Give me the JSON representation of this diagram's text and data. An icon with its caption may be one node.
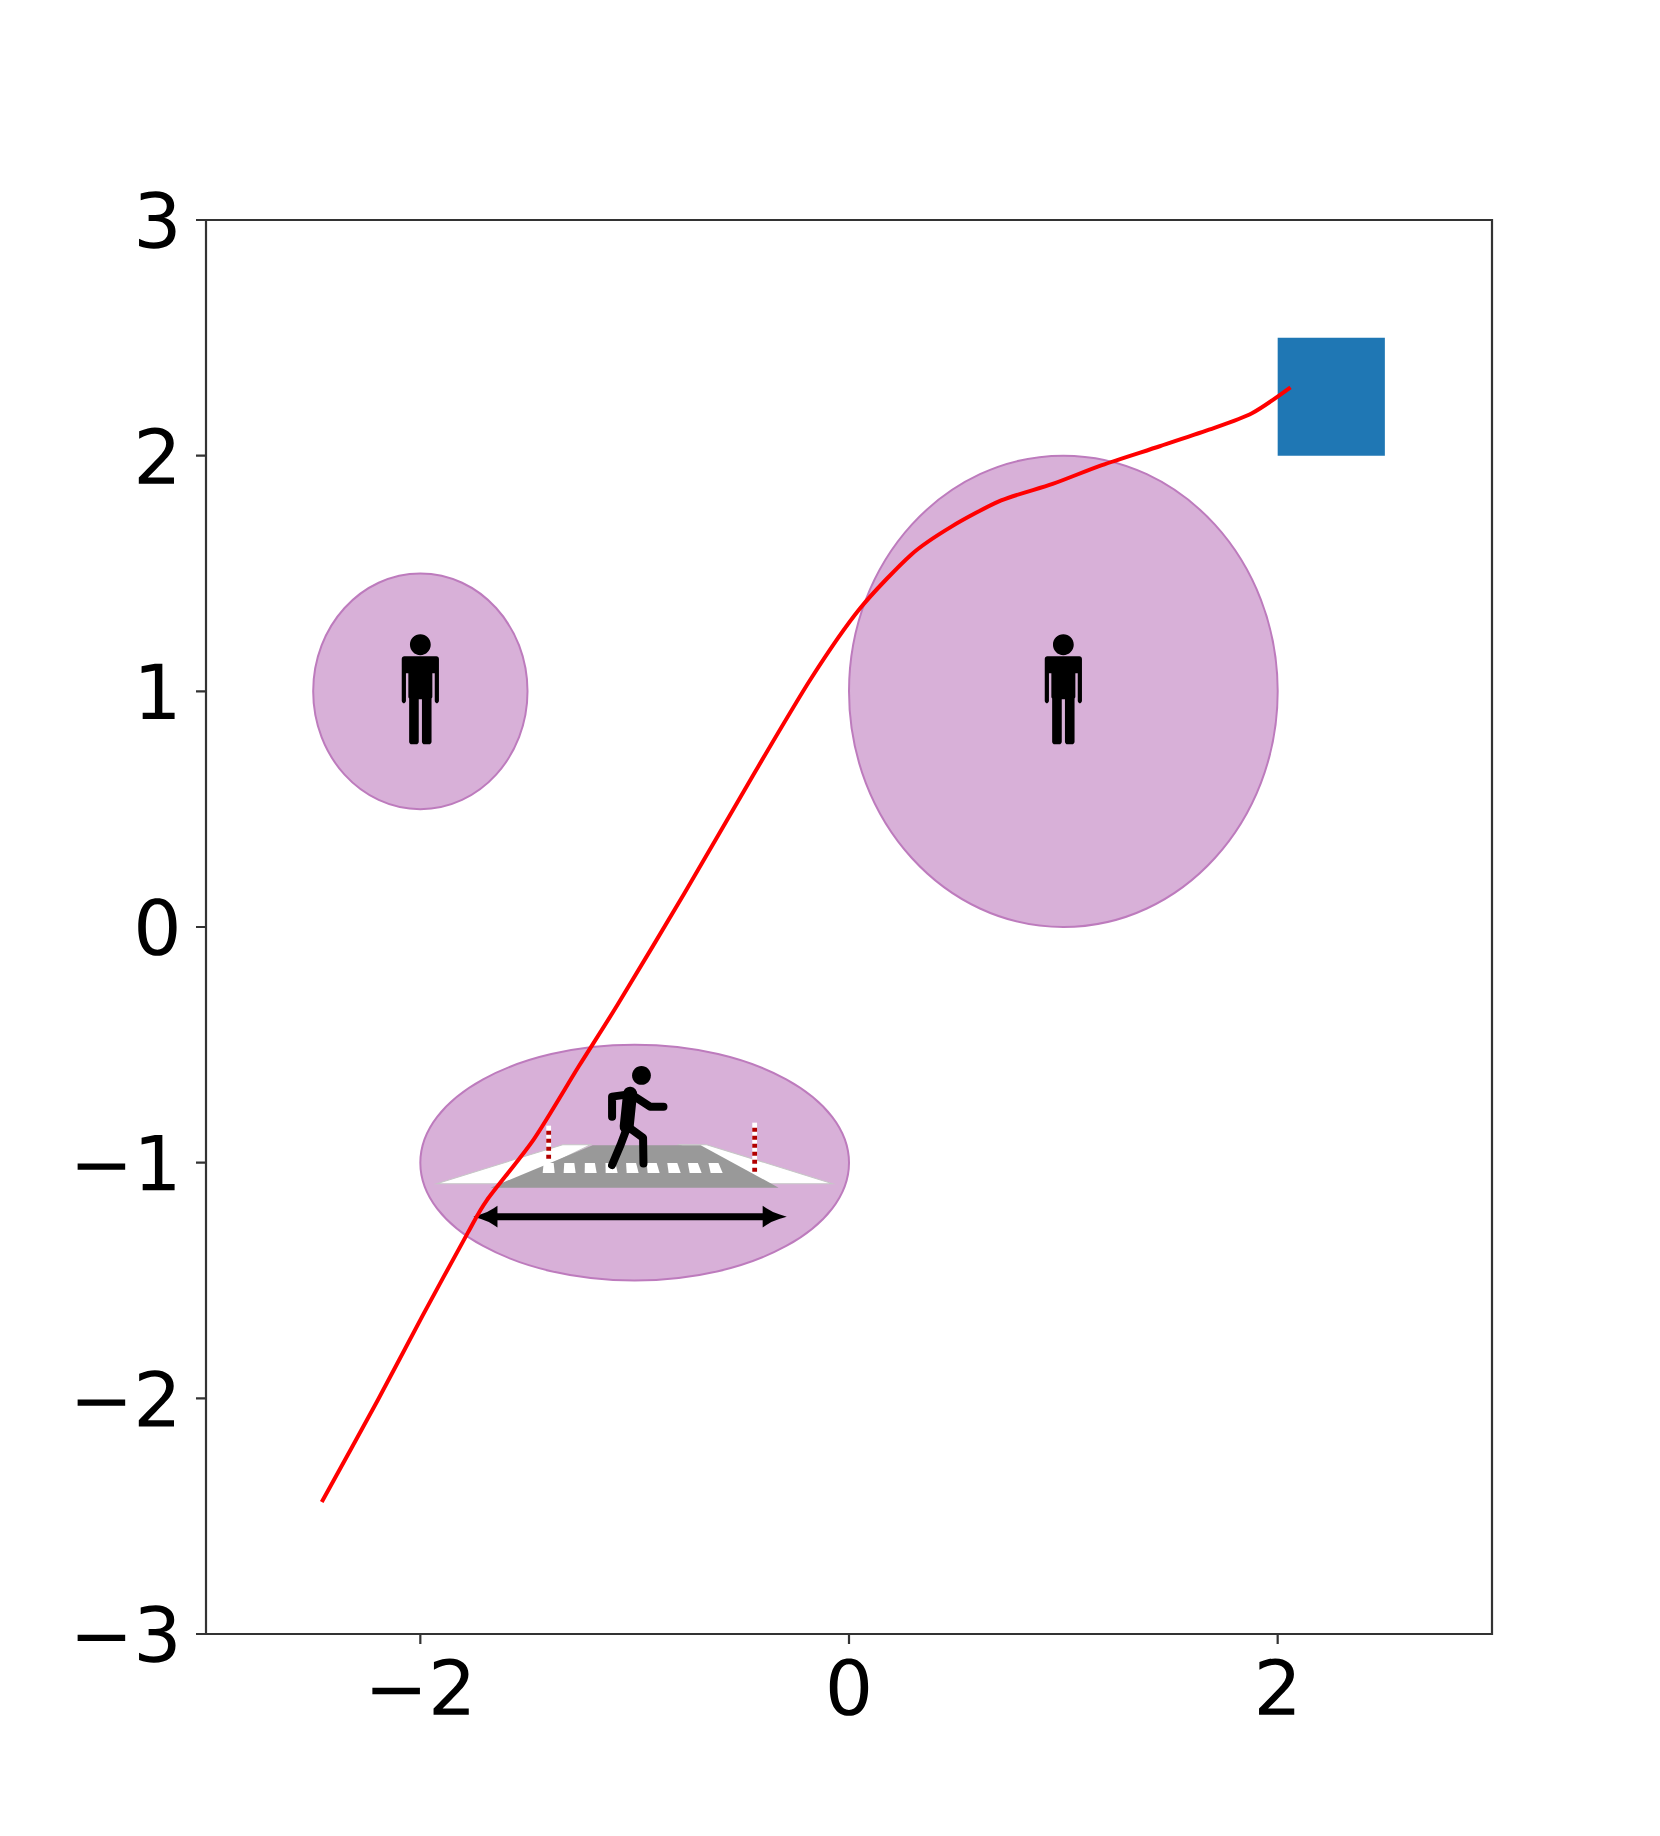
{
  "diagram": {
    "chart_data": {
      "type": "line",
      "xlim": [
        -3,
        3
      ],
      "ylim": [
        -3,
        3
      ],
      "xticks": [
        -2,
        0,
        2
      ],
      "yticks": [
        -3,
        -2,
        -1,
        0,
        1,
        2,
        3
      ],
      "x": [
        -2.46,
        -2.2,
        -1.99,
        -1.78,
        -1.69,
        -1.47,
        -1.26,
        -1.08,
        -0.77,
        -0.45,
        -0.18,
        0.05,
        0.29,
        0.48,
        0.71,
        0.95,
        1.18,
        1.45,
        1.68,
        1.88,
        2.06
      ],
      "series": [
        {
          "color": "#ff0000",
          "values": [
            -2.44,
            -2.01,
            -1.65,
            -1.3,
            -1.16,
            -0.9,
            -0.59,
            -0.33,
            0.14,
            0.64,
            1.05,
            1.35,
            1.58,
            1.7,
            1.81,
            1.88,
            1.96,
            2.04,
            2.11,
            2.18,
            2.29
          ]
        }
      ]
    }
  }
}
